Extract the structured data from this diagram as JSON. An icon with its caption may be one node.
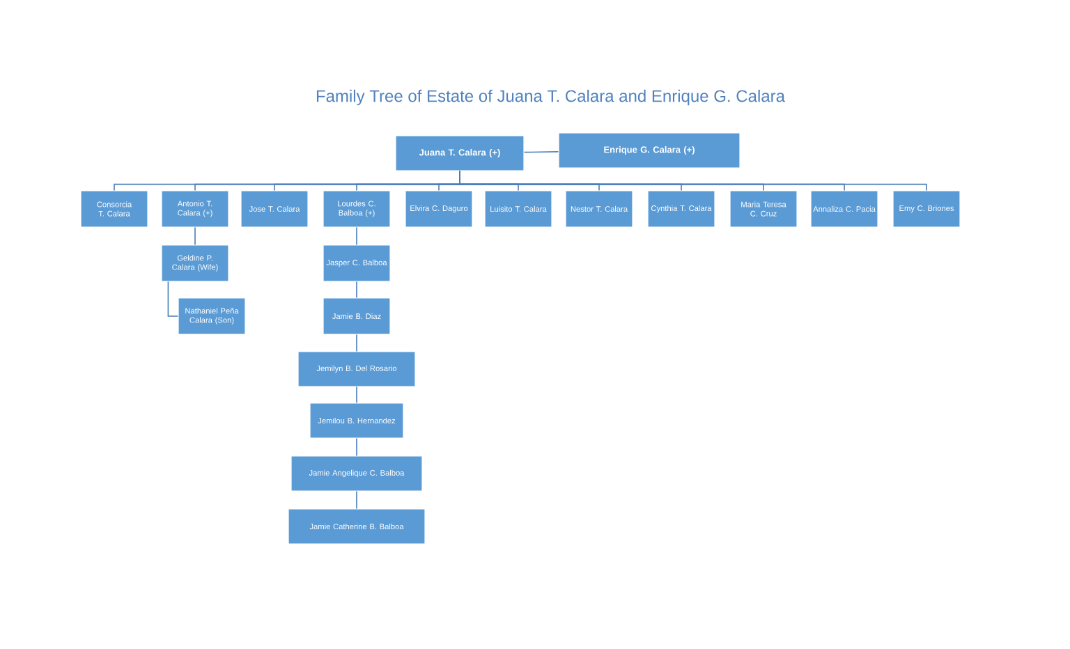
{
  "diagram": {
    "title": "Family Tree of Estate  of Juana T. Calara and Enrique G. Calara",
    "nodes": [
      {
        "text": [
          "Juana T. Calara (+)"
        ]
      },
      {
        "text": [
          "Enrique G. Calara (+)"
        ]
      },
      {
        "text": [
          "Consorcia T. Calara"
        ]
      },
      {
        "text": [
          "Antonio T. Calara (+)"
        ]
      },
      {
        "text": [
          "Jose T. Calara"
        ]
      },
      {
        "text": [
          "Lourdes C. Balboa (+)"
        ]
      },
      {
        "text": [
          "Elvira C. Daguro"
        ]
      },
      {
        "text": [
          "Luisito T. Calara"
        ]
      },
      {
        "text": [
          "Nestor T. Calara"
        ]
      },
      {
        "text": [
          "Cynthia T. Calara"
        ]
      },
      {
        "text": [
          "Maria Teresa C. Cruz"
        ]
      },
      {
        "text": [
          "Annaliza C. Pacia"
        ]
      },
      {
        "text": [
          "Emy C. Briones"
        ]
      },
      {
        "text": [
          "Geldine P. Calara (Wife)"
        ]
      },
      {
        "text": [
          "Nathaniel Peña Calara (Son)"
        ]
      },
      {
        "text": [
          "Jasper C. Balboa"
        ]
      },
      {
        "text": [
          "Jamie B. Diaz"
        ]
      },
      {
        "text": [
          "Jemilyn B. Del Rosario"
        ]
      },
      {
        "text": [
          "Jemilou B. Hernandez"
        ]
      },
      {
        "text": [
          "Jamie Angelique C. Balboa"
        ]
      },
      {
        "text": [
          "Jamie Catherine B. Balboa"
        ]
      }
    ],
    "edges": [
      {
        "from": 0,
        "to": 1,
        "arrow": "none"
      },
      {
        "from": 0,
        "to": 2,
        "arrow": "none"
      },
      {
        "from": 0,
        "to": 3,
        "arrow": "none"
      },
      {
        "from": 0,
        "to": 4,
        "arrow": "none"
      },
      {
        "from": 0,
        "to": 5,
        "arrow": "none"
      },
      {
        "from": 0,
        "to": 6,
        "arrow": "none"
      },
      {
        "from": 0,
        "to": 7,
        "arrow": "none"
      },
      {
        "from": 0,
        "to": 8,
        "arrow": "none"
      },
      {
        "from": 0,
        "to": 9,
        "arrow": "none"
      },
      {
        "from": 0,
        "to": 10,
        "arrow": "none"
      },
      {
        "from": 0,
        "to": 11,
        "arrow": "none"
      },
      {
        "from": 0,
        "to": 12,
        "arrow": "none"
      },
      {
        "from": 3,
        "to": 13,
        "arrow": "none"
      },
      {
        "from": 13,
        "to": 14,
        "arrow": "none"
      },
      {
        "from": 5,
        "to": 15,
        "arrow": "none"
      },
      {
        "from": 15,
        "to": 16,
        "arrow": "none"
      },
      {
        "from": 16,
        "to": 17,
        "arrow": "none"
      },
      {
        "from": 17,
        "to": 18,
        "arrow": "none"
      },
      {
        "from": 18,
        "to": 19,
        "arrow": "none"
      },
      {
        "from": 19,
        "to": 20,
        "arrow": "none"
      }
    ]
  }
}
